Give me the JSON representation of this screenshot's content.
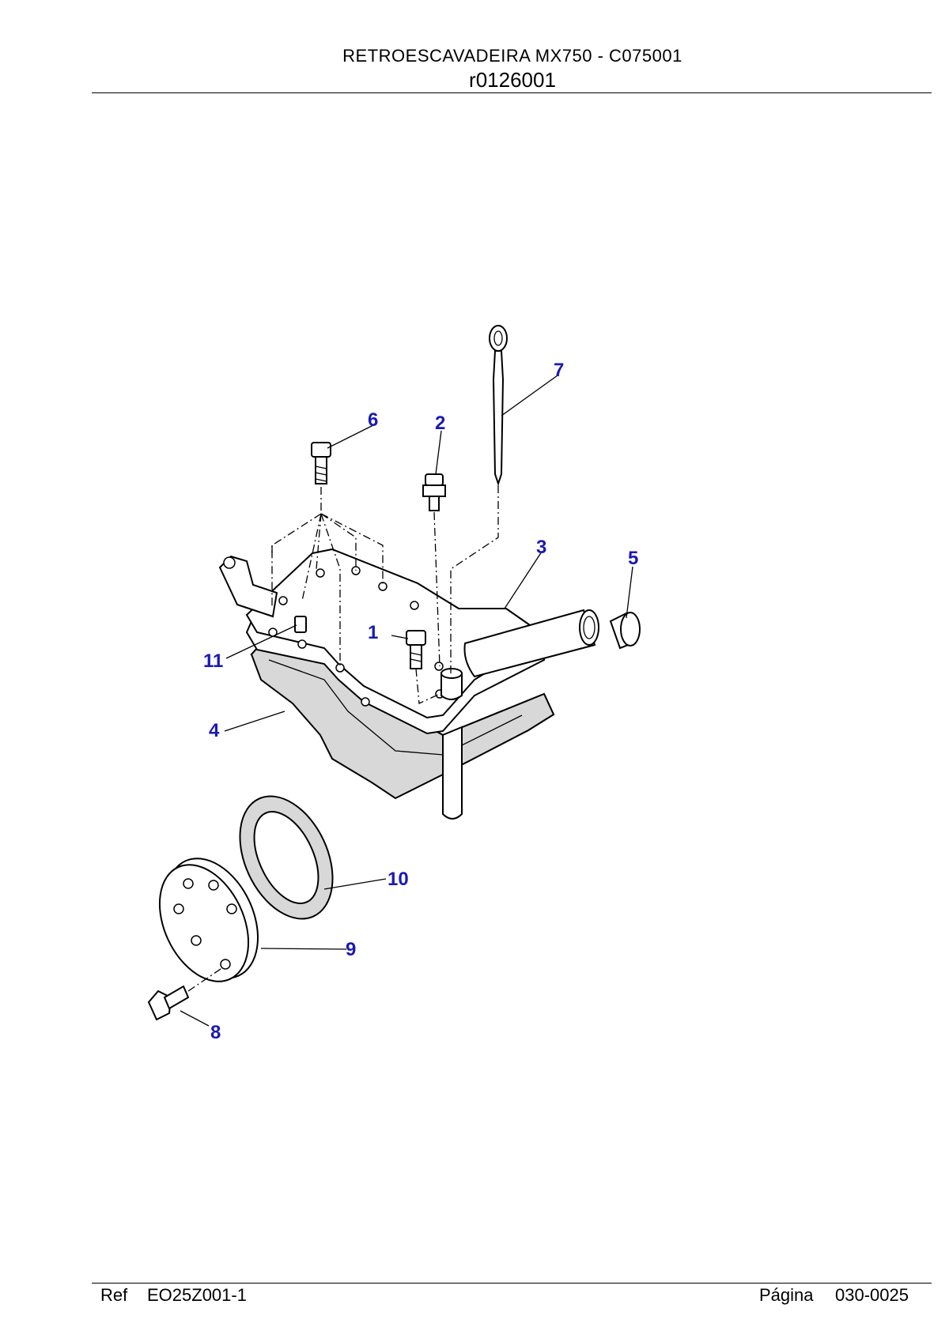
{
  "header": {
    "title": "RETROESCAVADEIRA MX750 - C075001",
    "code": "r0126001"
  },
  "footer": {
    "ref_label": "Ref",
    "ref_value": "EO25Z001-1",
    "page_label": "Página",
    "page_value": "030-0025"
  },
  "diagram": {
    "callout_color": "#1a1ab4",
    "callouts": [
      "1",
      "2",
      "3",
      "4",
      "5",
      "6",
      "7",
      "8",
      "9",
      "10",
      "11"
    ]
  }
}
